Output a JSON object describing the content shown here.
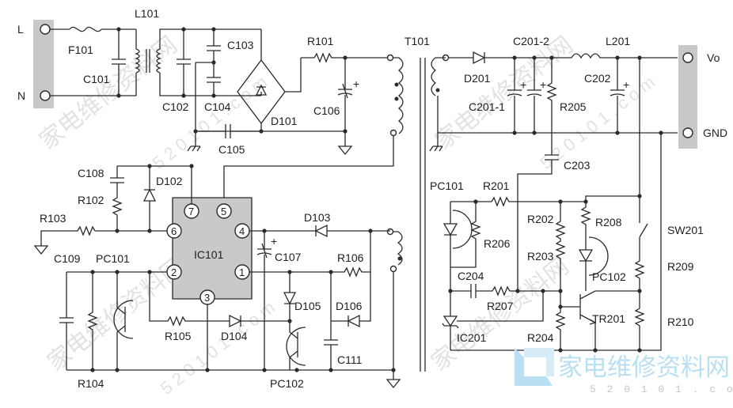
{
  "labels": {
    "L": "L",
    "N": "N",
    "F101": "F101",
    "L101": "L101",
    "C101": "C101",
    "C102": "C102",
    "C103": "C103",
    "C104": "C104",
    "C105": "C105",
    "C106": "C106",
    "C107": "C107",
    "C108": "C108",
    "C109": "C109",
    "C111": "C111",
    "R101": "R101",
    "R102": "R102",
    "R103": "R103",
    "R104": "R104",
    "R105": "R105",
    "R106": "R106",
    "D101": "D101",
    "D102": "D102",
    "D103": "D103",
    "D104": "D104",
    "D105": "D105",
    "D106": "D106",
    "IC101": "IC101",
    "PC101a": "PC101",
    "PC102a": "PC102",
    "T101": "T101",
    "D201": "D201",
    "C201_2": "C201-2",
    "C201_1": "C201-1",
    "L201": "L201",
    "C202": "C202",
    "R205": "R205",
    "C203": "C203",
    "C204": "C204",
    "PC101b": "PC101",
    "PC102b": "PC102",
    "R201": "R201",
    "R202": "R202",
    "R203": "R203",
    "R204": "R204",
    "R206": "R206",
    "R207": "R207",
    "R208": "R208",
    "R209": "R209",
    "R210": "R210",
    "IC201": "IC201",
    "TR201": "TR201",
    "SW201": "SW201",
    "Vo": "Vo",
    "GND": "GND"
  },
  "pins": {
    "p1": "1",
    "p2": "2",
    "p3": "3",
    "p4": "4",
    "p5": "5",
    "p6": "6",
    "p7": "7"
  },
  "watermark": {
    "text": "家电维修资料网",
    "url": "5 2 0 1 0 1 . c o m"
  }
}
